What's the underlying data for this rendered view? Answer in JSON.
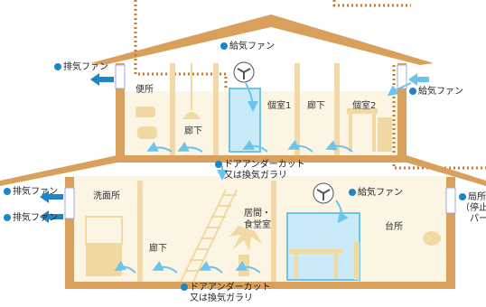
{
  "colors": {
    "frame": "#d9a05b",
    "floor_fill": "#fbe9c6",
    "wall_fill": "#fdf5e4",
    "furniture": "#f1d9a4",
    "airflow": "#6cc4ea",
    "marker": "#1e86c8",
    "dotted_line": "#c77a2a"
  },
  "labels": {
    "supply_fan_roof": "給気ファン",
    "exhaust_fan_upper_left": "排気ファン",
    "supply_fan_right": "給気ファン",
    "exhaust_fan_lower_left_1": "排気ファン",
    "exhaust_fan_lower_left_2": "排気ファン",
    "supply_fan_living": "給気ファン",
    "local_fan_partial_1": "局所",
    "local_fan_partial_2": "（停止",
    "local_fan_partial_3": "パー",
    "door_undercut_upper_1": "ドアアンダーカット",
    "door_undercut_upper_2": "又は換気ガラリ",
    "door_undercut_lower_1": "ドアアンダーカット",
    "door_undercut_lower_2": "又は換気ガラリ"
  },
  "rooms": {
    "toilet": "便所",
    "hallway_upper": "廊下",
    "private_room_1": "個室1",
    "hallway_mid": "廊下",
    "private_room_2": "個室2",
    "washroom": "洗面所",
    "hallway_lower": "廊下",
    "living_dining_1": "居間・",
    "living_dining_2": "食堂室",
    "kitchen": "台所"
  }
}
